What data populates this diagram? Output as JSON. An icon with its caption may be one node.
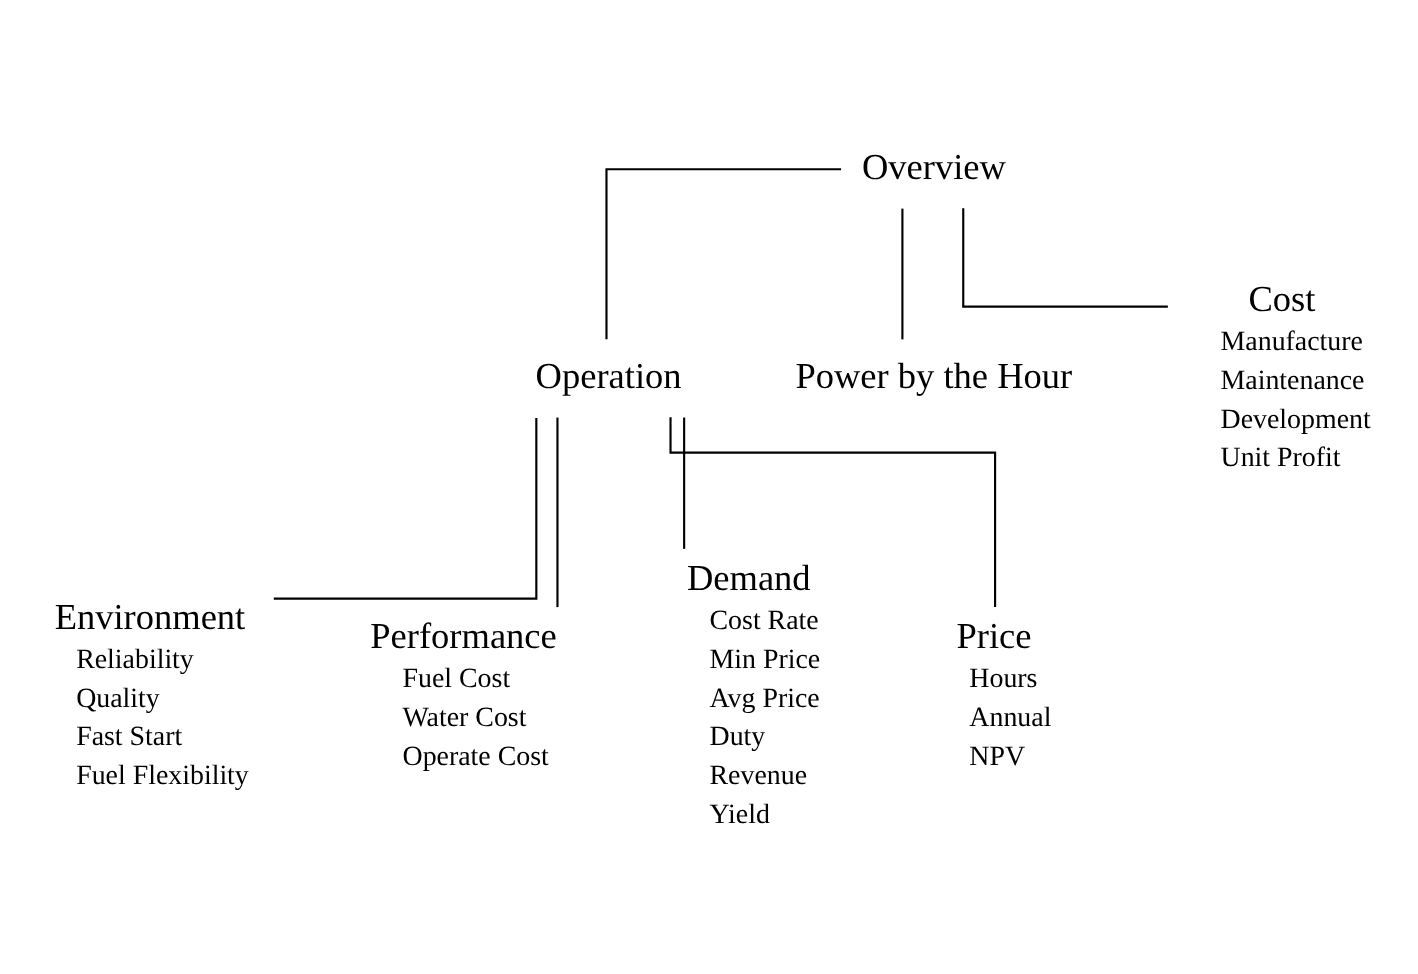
{
  "diagram": {
    "nodes": [
      {
        "text": [
          "Overview"
        ]
      },
      {
        "text": [
          "Operation"
        ]
      },
      {
        "text": [
          "Power by the Hour"
        ]
      },
      {
        "text": [
          "Cost"
        ],
        "beside": [
          "Manufacture",
          "Maintenance",
          "Development",
          "Unit Profit"
        ]
      },
      {
        "text": [
          "Environment"
        ],
        "beside": [
          "Reliability",
          "Quality",
          "Fast Start",
          "Fuel Flexibility"
        ]
      },
      {
        "text": [
          "Performance"
        ],
        "beside": [
          "Fuel Cost",
          "Water Cost",
          "Operate Cost"
        ]
      },
      {
        "text": [
          "Demand"
        ],
        "beside": [
          "Cost Rate",
          "Min Price",
          "Avg Price",
          "Duty",
          "Revenue",
          "Yield"
        ]
      },
      {
        "text": [
          "Price"
        ],
        "beside": [
          "Hours",
          "Annual",
          "NPV"
        ]
      }
    ],
    "edges": [
      {
        "from": 0,
        "to": 1,
        "arrow": "none"
      },
      {
        "from": 0,
        "to": 2,
        "arrow": "none"
      },
      {
        "from": 0,
        "to": 3,
        "arrow": "none"
      },
      {
        "from": 1,
        "to": 4,
        "arrow": "none"
      },
      {
        "from": 1,
        "to": 5,
        "arrow": "none"
      },
      {
        "from": 1,
        "to": 6,
        "arrow": "none"
      },
      {
        "from": 1,
        "to": 7,
        "arrow": "none"
      }
    ]
  }
}
